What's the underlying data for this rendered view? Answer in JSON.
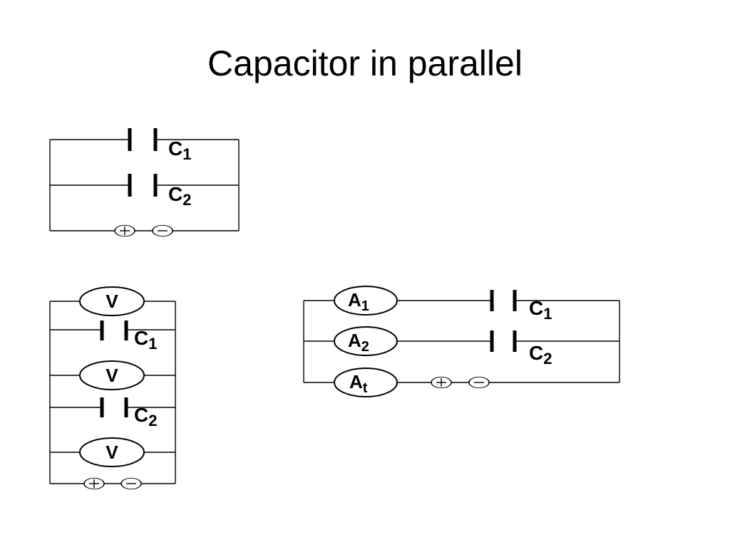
{
  "slide": {
    "title": "Capacitor in parallel"
  },
  "labels": {
    "c1": "C",
    "c1_sub": "1",
    "c2": "C",
    "c2_sub": "2",
    "voltmeter": "V",
    "ammeter": "A",
    "a1_sub": "1",
    "a2_sub": "2",
    "at_sub": "t"
  },
  "icons": {
    "positive": "plus-terminal-icon",
    "negative": "minus-terminal-icon"
  }
}
